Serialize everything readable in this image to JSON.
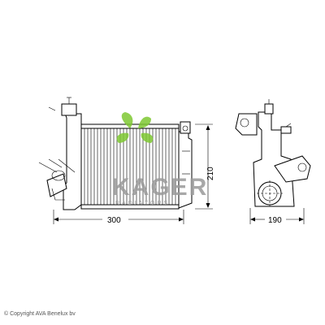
{
  "drawing": {
    "width_dimension": "300",
    "height_dimension": "210",
    "depth_dimension": "190"
  },
  "watermark": {
    "brand": "KAGER",
    "tagline": "RADIATORS",
    "colors": {
      "leaf": "#7ec832",
      "text": "#9a9a9a"
    }
  },
  "copyright": "© Copyright AVA Benelux bv"
}
